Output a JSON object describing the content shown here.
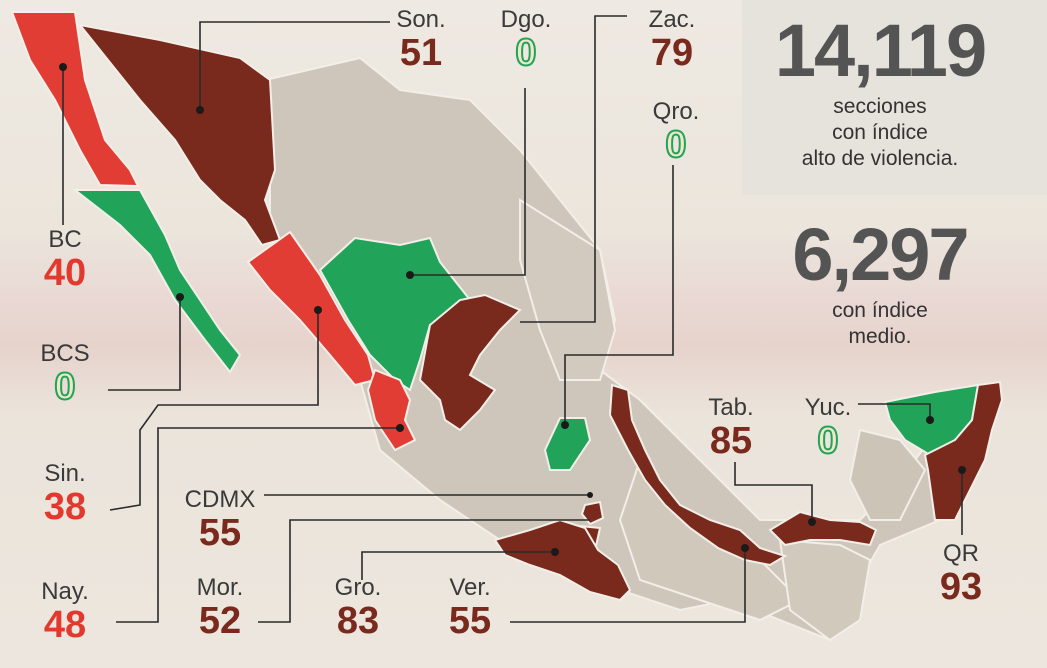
{
  "stats": {
    "high_number": "14,119",
    "high_line1": "secciones",
    "high_line2": "con índice",
    "high_line3": "alto de violencia.",
    "medium_number": "6,297",
    "medium_line1": "con índice",
    "medium_line2": "medio."
  },
  "states": [
    {
      "name": "BC",
      "value": "40",
      "level": "high",
      "color": "#e23d34"
    },
    {
      "name": "BCS",
      "value": "0",
      "level": "none",
      "color": "#21a45a"
    },
    {
      "name": "Sin.",
      "value": "38",
      "level": "high",
      "color": "#e23d34"
    },
    {
      "name": "Nay.",
      "value": "48",
      "level": "high",
      "color": "#e23d34"
    },
    {
      "name": "Son.",
      "value": "51",
      "level": "medium",
      "color": "#7a2a1d"
    },
    {
      "name": "Dgo.",
      "value": "0",
      "level": "none",
      "color": "#21a45a"
    },
    {
      "name": "Zac.",
      "value": "79",
      "level": "medium",
      "color": "#7a2a1d"
    },
    {
      "name": "Qro.",
      "value": "0",
      "level": "none",
      "color": "#21a45a"
    },
    {
      "name": "CDMX",
      "value": "55",
      "level": "medium",
      "color": "#7a2a1d"
    },
    {
      "name": "Mor.",
      "value": "52",
      "level": "medium",
      "color": "#7a2a1d"
    },
    {
      "name": "Gro.",
      "value": "83",
      "level": "medium",
      "color": "#7a2a1d"
    },
    {
      "name": "Ver.",
      "value": "55",
      "level": "medium",
      "color": "#7a2a1d"
    },
    {
      "name": "Tab.",
      "value": "85",
      "level": "medium",
      "color": "#7a2a1d"
    },
    {
      "name": "Yuc.",
      "value": "0",
      "level": "none",
      "color": "#21a45a"
    },
    {
      "name": "QR",
      "value": "93",
      "level": "medium",
      "color": "#7a2a1d"
    }
  ],
  "colors": {
    "red": "#e23d34",
    "brown": "#7a2a1d",
    "green": "#21a45a",
    "grey": "#cfc6bb"
  }
}
